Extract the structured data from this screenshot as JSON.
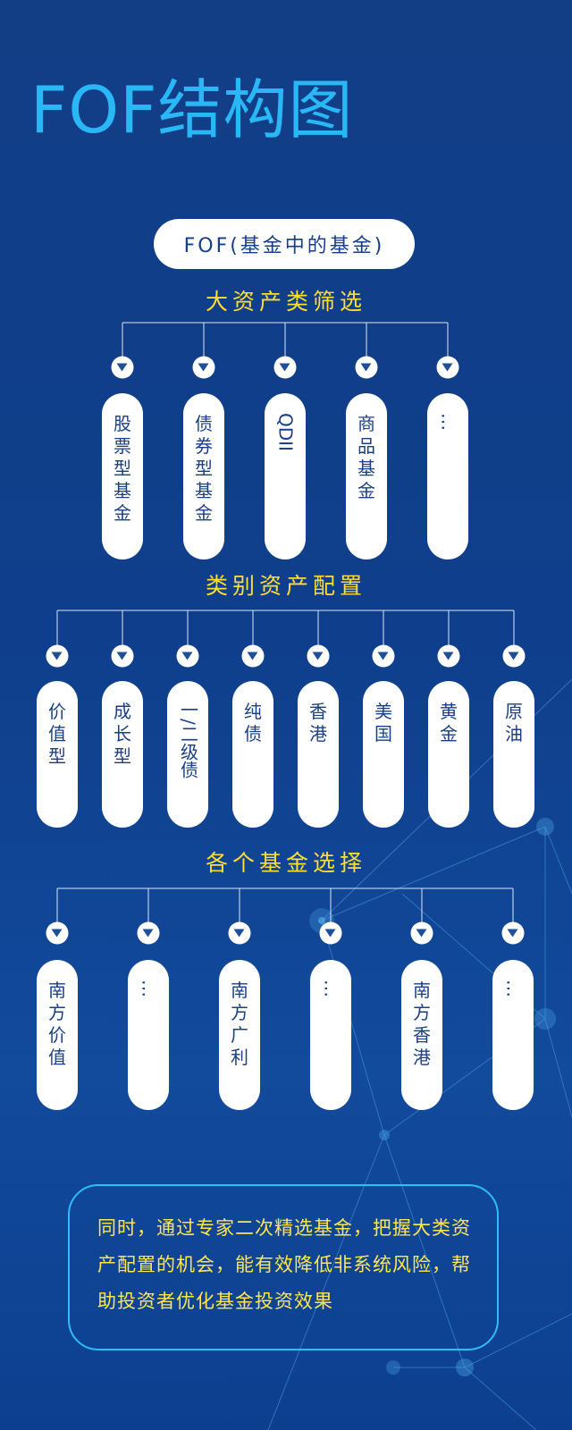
{
  "title": "FOF结构图",
  "root_label": "FOF(基金中的基金)",
  "sections": [
    {
      "title": "大资产类筛选",
      "items": [
        {
          "label": "股票型基金",
          "vertical": false
        },
        {
          "label": "债券型基金",
          "vertical": false
        },
        {
          "label": "QDII",
          "vertical": true
        },
        {
          "label": "商品基金",
          "vertical": false
        },
        {
          "label": "…",
          "vertical": true
        }
      ]
    },
    {
      "title": "类别资产配置",
      "items": [
        {
          "label": "价值型",
          "vertical": false
        },
        {
          "label": "成长型",
          "vertical": false
        },
        {
          "label": "一/二级债",
          "vertical": true
        },
        {
          "label": "纯债",
          "vertical": false
        },
        {
          "label": "香港",
          "vertical": false
        },
        {
          "label": "美国",
          "vertical": false
        },
        {
          "label": "黄金",
          "vertical": false
        },
        {
          "label": "原油",
          "vertical": false
        }
      ]
    },
    {
      "title": "各个基金选择",
      "items": [
        {
          "label": "南方价值",
          "vertical": false
        },
        {
          "label": "…",
          "vertical": true
        },
        {
          "label": "南方广利",
          "vertical": false
        },
        {
          "label": "…",
          "vertical": true
        },
        {
          "label": "南方香港",
          "vertical": false
        },
        {
          "label": "…",
          "vertical": true
        }
      ]
    }
  ],
  "note": "同时，通过专家二次精选基金，把握大类资产配置的机会，能有效降低非系统风险，帮助投资者优化基金投资效果",
  "colors": {
    "background": "#0f3f8c",
    "title": "#2ab7f6",
    "section_title": "#ffdd33",
    "note_text": "#ffe64b",
    "note_border": "#2dbdfb",
    "pill_text": "#1a3f84"
  }
}
